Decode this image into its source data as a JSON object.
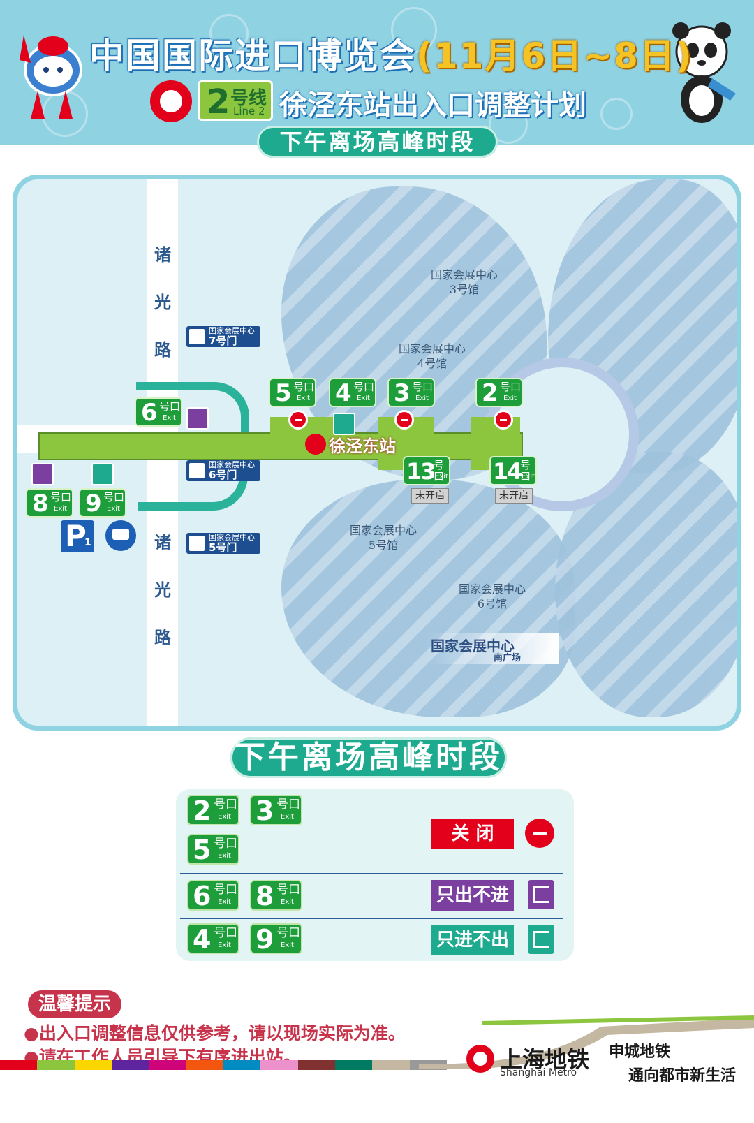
{
  "header": {
    "title_main": "中国国际进口博览会",
    "title_date": "(11月6日~8日)",
    "line_number": "2",
    "line_zh": "号线",
    "line_en": "Line 2",
    "subtitle": "徐泾东站出入口调整计划",
    "period": "下午离场高峰时段"
  },
  "map": {
    "road_chars": [
      "诸",
      "光",
      "路"
    ],
    "station": "徐泾东站",
    "halls": [
      {
        "name": "国家会展中心",
        "num": "3号馆"
      },
      {
        "name": "国家会展中心",
        "num": "4号馆"
      },
      {
        "name": "国家会展中心",
        "num": "5号馆"
      },
      {
        "name": "国家会展中心",
        "num": "6号馆"
      }
    ],
    "south_plaza": {
      "name": "国家会展中心",
      "sub": "南广场"
    },
    "gates": [
      {
        "line1": "国家会展中心",
        "line2": "7号门"
      },
      {
        "line1": "国家会展中心",
        "line2": "6号门"
      },
      {
        "line1": "国家会展中心",
        "line2": "5号门"
      }
    ],
    "exit_suffix": "号口",
    "exit_en": "Exit",
    "exits": [
      "5",
      "4",
      "3",
      "2",
      "6",
      "13",
      "14",
      "8",
      "9"
    ],
    "not_open": "未开启",
    "parking": "P",
    "parking_sub": "1"
  },
  "legend": {
    "title": "下午离场高峰时段",
    "rows": [
      {
        "exits": [
          "2",
          "3",
          "5"
        ],
        "label": "关  闭",
        "color": "#e2001a"
      },
      {
        "exits": [
          "6",
          "8"
        ],
        "label": "只出不进",
        "color": "#7b3fa0"
      },
      {
        "exits": [
          "4",
          "9"
        ],
        "label": "只进不出",
        "color": "#1eaa8f"
      }
    ]
  },
  "tips": {
    "title": "温馨提示",
    "items": [
      "●出入口调整信息仅供参考，请以现场实际为准。",
      "●请在工作人员引导下有序进出站。"
    ]
  },
  "footer": {
    "brand": "上海地铁",
    "brand_en": "Shanghai Metro",
    "slogan1": "申城地铁",
    "slogan2": "通向都市新生活"
  },
  "colors": {
    "exit_green": "#1e9e3a",
    "line2_green": "#8cc63f",
    "closed_red": "#e2001a",
    "out_only_purple": "#7b3fa0",
    "in_only_teal": "#1eaa8f"
  }
}
